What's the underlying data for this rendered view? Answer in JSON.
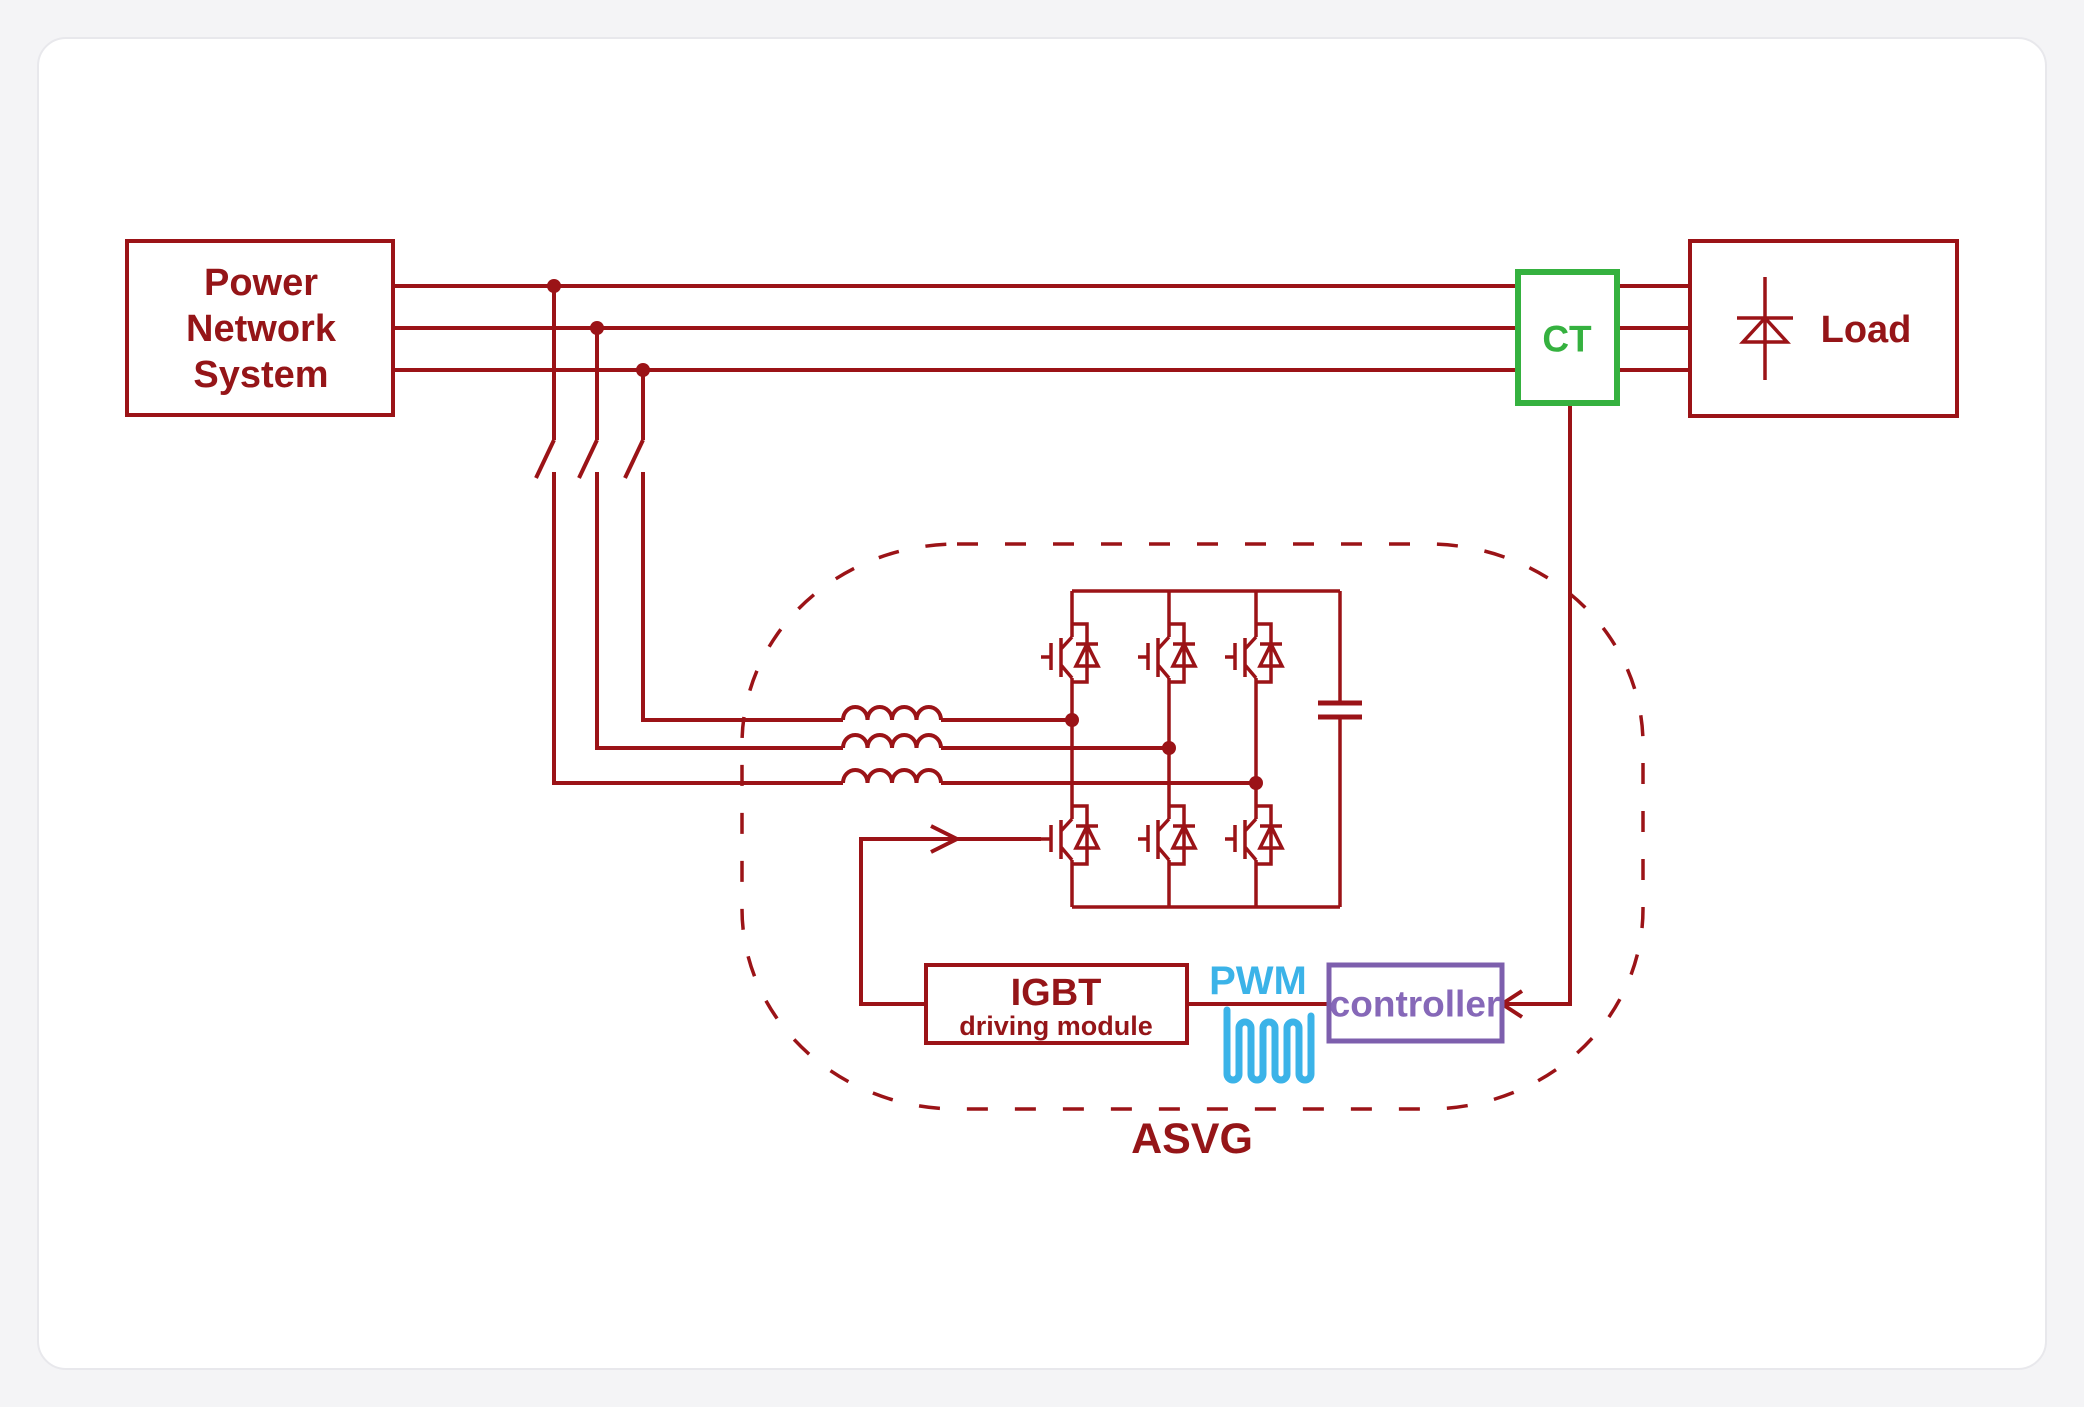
{
  "page": {
    "background": "#f4f4f6",
    "card_background": "#ffffff"
  },
  "diagram": {
    "labels": {
      "power_line1": "Power",
      "power_line2": "Network",
      "power_line3": "System",
      "ct": "CT",
      "load": "Load",
      "igbt_module_line1": "IGBT",
      "igbt_module_line2": "driving module",
      "pwm": "PWM",
      "controller": "controller",
      "asvg": "ASVG"
    },
    "colors": {
      "wire_red": "#9b1317",
      "label_red": "#951518",
      "ct_green": "#35b13f",
      "pwm_cyan": "#3bb3e8",
      "controller_purple": "#7d5fad"
    },
    "icons": {
      "inductor": "inductor-coil-icon",
      "igbt": "igbt-transistor-icon",
      "capacitor": "dc-capacitor-icon",
      "switch": "disconnect-switch-icon",
      "thyristor": "thyristor-load-icon",
      "pwm_wave": "pwm-waveform-icon",
      "gate_arrow": "gate-drive-arrow-icon",
      "feedback_arrow": "ct-feedback-arrow-icon",
      "junction": "junction-dot"
    }
  }
}
